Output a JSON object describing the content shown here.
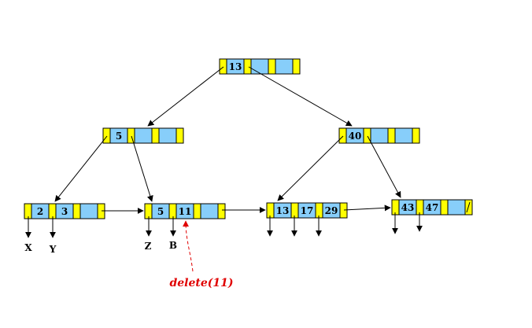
{
  "colors": {
    "pointer_slot": "#ffff00",
    "key_slot": "#87cefa",
    "outline": "#000000",
    "annotation": "#e00000"
  },
  "tree": {
    "root": {
      "keys": [
        "13",
        "",
        ""
      ]
    },
    "internal_left": {
      "keys": [
        "5",
        "",
        ""
      ]
    },
    "internal_right": {
      "keys": [
        "40",
        "",
        ""
      ]
    },
    "leaf_1": {
      "keys": [
        "2",
        "3",
        ""
      ]
    },
    "leaf_2": {
      "keys": [
        "5",
        "11",
        ""
      ]
    },
    "leaf_3": {
      "keys": [
        "13",
        "17",
        "29"
      ]
    },
    "leaf_4": {
      "keys": [
        "43",
        "47",
        ""
      ]
    }
  },
  "subtree_labels": {
    "x": "X",
    "y": "Y",
    "z": "Z",
    "b": "B"
  },
  "annotation": {
    "text": "delete(11)"
  }
}
